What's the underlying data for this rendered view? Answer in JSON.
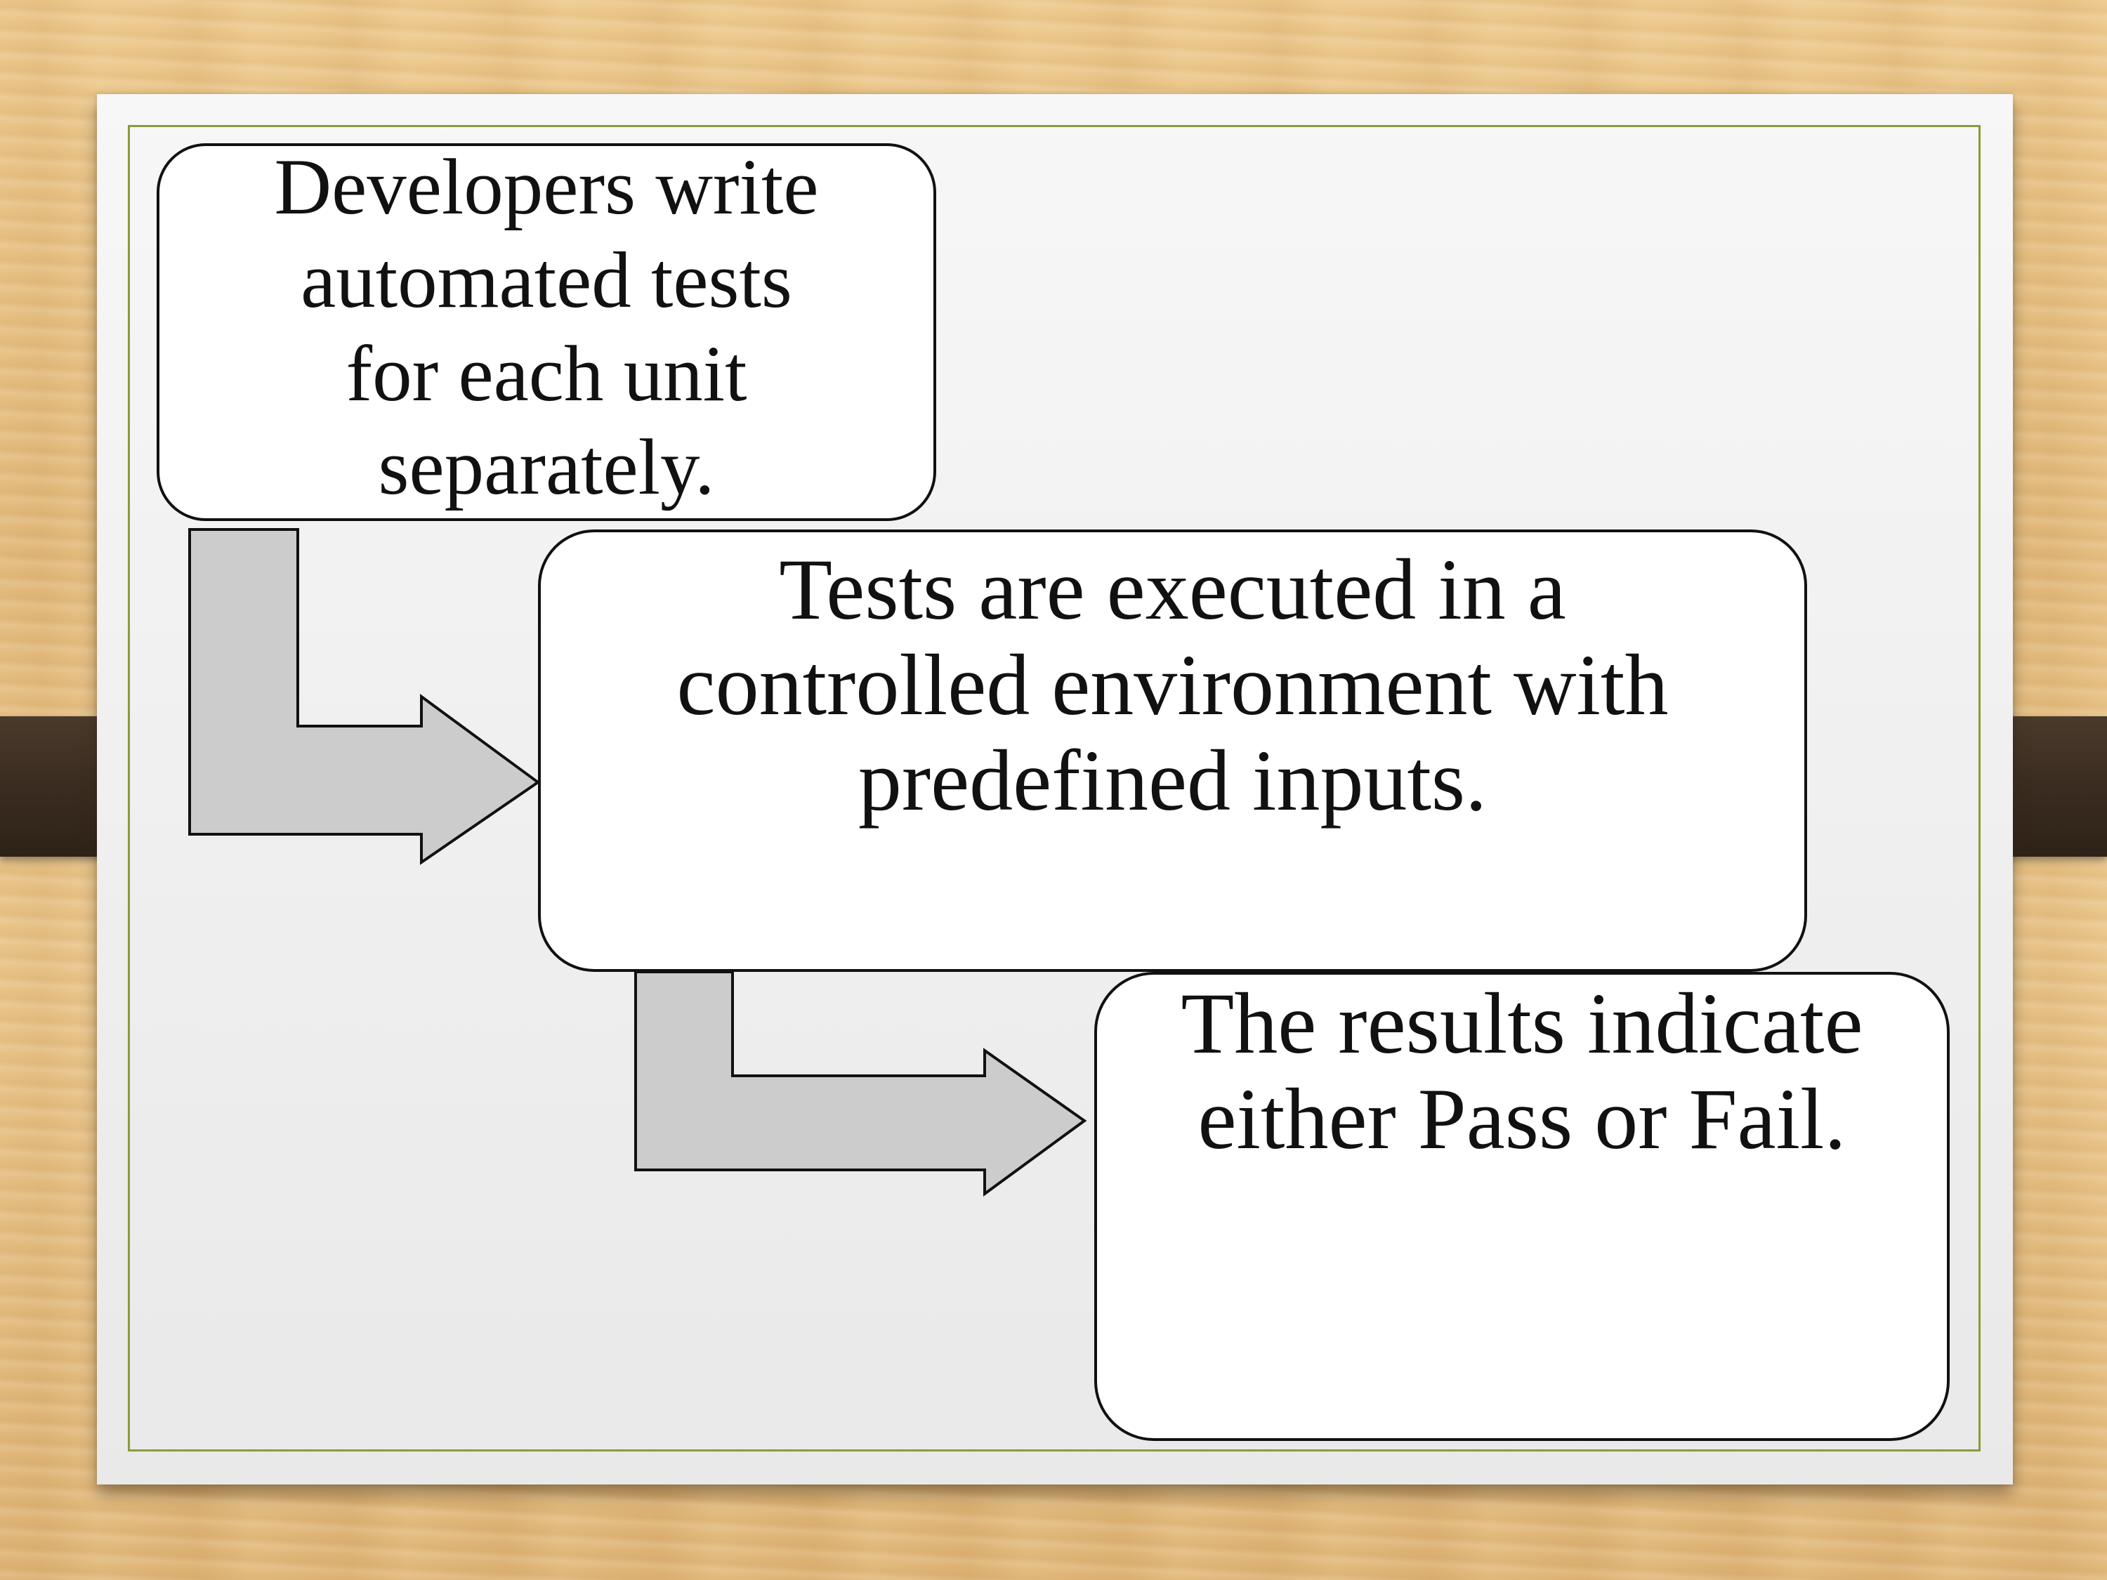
{
  "diagram": {
    "steps": [
      {
        "text": "Developers write automated tests for each unit separately."
      },
      {
        "text": "Tests are executed in a controlled environment with predefined inputs."
      },
      {
        "text": "The results indicate either Pass or Fail."
      }
    ]
  },
  "colors": {
    "arrow_fill": "#cccccc",
    "frame_border": "#8c9a3a",
    "box_fill": "#ffffff",
    "box_border": "#111111"
  }
}
